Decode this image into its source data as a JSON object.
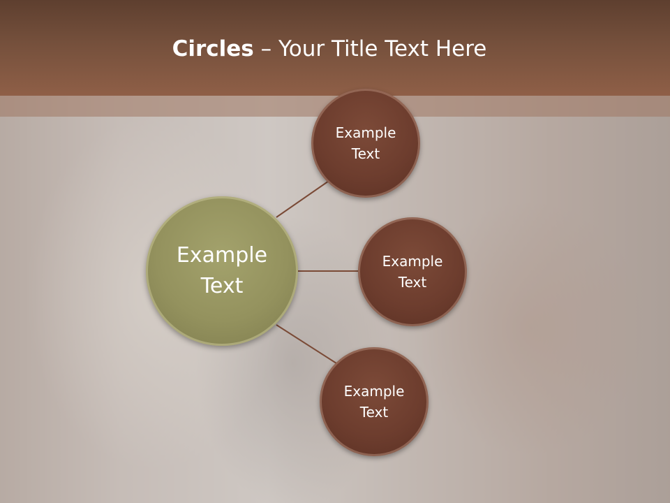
{
  "title": {
    "bold": "Circles",
    "rest": " – Your Title Text Here"
  },
  "diagram": {
    "center": {
      "label": "Example\nText"
    },
    "satellites": [
      {
        "label": "Example\nText"
      },
      {
        "label": "Example\nText"
      },
      {
        "label": "Example\nText"
      }
    ]
  },
  "colors": {
    "header": "#75503c",
    "center_circle": "#94925e",
    "satellite_circle": "#6d3d2e",
    "connector": "#7a4a36"
  }
}
